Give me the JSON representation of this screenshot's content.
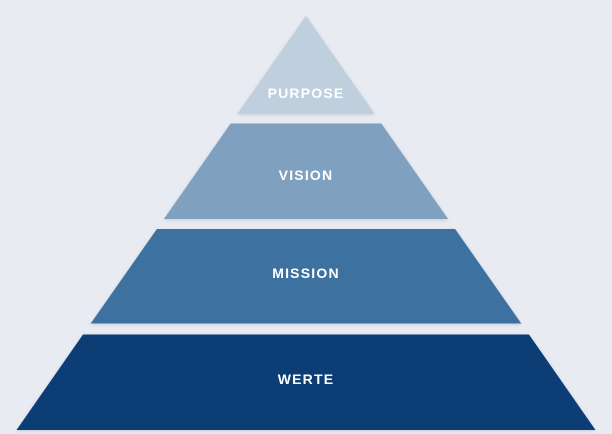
{
  "diagram": {
    "background_color": "#e8ebf2",
    "label_color": "#ffffff",
    "levels": [
      {
        "label": "PURPOSE",
        "color": "#bfcfdd"
      },
      {
        "label": "VISION",
        "color": "#7fa0bf"
      },
      {
        "label": "MISSION",
        "color": "#3c71a0"
      },
      {
        "label": "WERTE",
        "color": "#0d3d75"
      }
    ]
  }
}
